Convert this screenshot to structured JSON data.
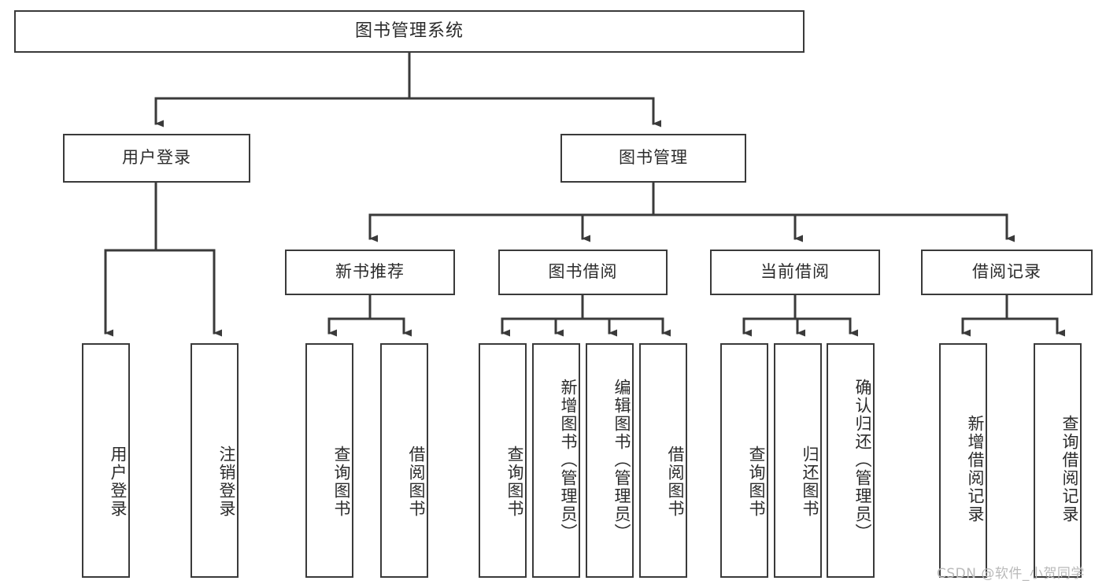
{
  "diagram": {
    "title": "图书管理系统",
    "type": "functional-structure-tree",
    "orientation": "top-down",
    "edge_color": "#3a3a3a",
    "node_border_color": "#3a3a3a",
    "node_fill_color": "#ffffff",
    "text_color": "#2b2b2b"
  },
  "watermark": {
    "text": "CSDN @软件_小贺同学",
    "color": "#b9b9b9"
  },
  "nodes": {
    "root": {
      "label": "图书管理系统",
      "level": 1
    },
    "user_login": {
      "label": "用户登录",
      "level": 2
    },
    "book_manage": {
      "label": "图书管理",
      "level": 2
    },
    "new_book_recommend": {
      "label": "新书推荐",
      "level": 3
    },
    "book_borrow": {
      "label": "图书借阅",
      "level": 3
    },
    "current_borrow": {
      "label": "当前借阅",
      "level": 3
    },
    "borrow_record": {
      "label": "借阅记录",
      "level": 3
    },
    "leaf_user_login": {
      "label": "用户登录",
      "level": 4
    },
    "leaf_logout": {
      "label": "注销登录",
      "level": 4
    },
    "leaf_query_book_1": {
      "label": "查询图书",
      "level": 4
    },
    "leaf_borrow_book_1": {
      "label": "借阅图书",
      "level": 4
    },
    "leaf_query_book_2": {
      "label": "查询图书",
      "level": 4
    },
    "leaf_add_book": {
      "label": "新增图书（管理员）",
      "level": 4
    },
    "leaf_edit_book": {
      "label": "编辑图书（管理员）",
      "level": 4
    },
    "leaf_borrow_book_2": {
      "label": "借阅图书",
      "level": 4
    },
    "leaf_query_book_3": {
      "label": "查询图书",
      "level": 4
    },
    "leaf_return_book": {
      "label": "归还图书",
      "level": 4
    },
    "leaf_confirm_return": {
      "label": "确认归还（管理员）",
      "level": 4
    },
    "leaf_add_record": {
      "label": "新增借阅记录",
      "level": 4
    },
    "leaf_query_record": {
      "label": "查询借阅记录",
      "level": 4
    }
  },
  "tree": {
    "label": "图书管理系统",
    "children": [
      {
        "label": "用户登录",
        "children": [
          {
            "label": "用户登录",
            "children": []
          },
          {
            "label": "注销登录",
            "children": []
          }
        ]
      },
      {
        "label": "图书管理",
        "children": [
          {
            "label": "新书推荐",
            "children": [
              {
                "label": "查询图书",
                "children": []
              },
              {
                "label": "借阅图书",
                "children": []
              }
            ]
          },
          {
            "label": "图书借阅",
            "children": [
              {
                "label": "查询图书",
                "children": []
              },
              {
                "label": "新增图书（管理员）",
                "children": []
              },
              {
                "label": "编辑图书（管理员）",
                "children": []
              },
              {
                "label": "借阅图书",
                "children": []
              }
            ]
          },
          {
            "label": "当前借阅",
            "children": [
              {
                "label": "查询图书",
                "children": []
              },
              {
                "label": "归还图书",
                "children": []
              },
              {
                "label": "确认归还（管理员）",
                "children": []
              }
            ]
          },
          {
            "label": "借阅记录",
            "children": [
              {
                "label": "新增借阅记录",
                "children": []
              },
              {
                "label": "查询借阅记录",
                "children": []
              }
            ]
          }
        ]
      }
    ]
  }
}
